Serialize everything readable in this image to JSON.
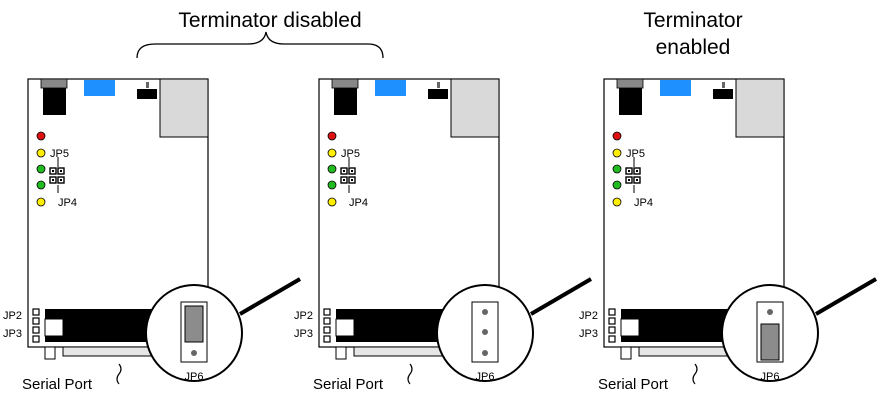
{
  "headings": {
    "disabled": "Terminator disabled",
    "enabled_line1": "Terminator",
    "enabled_line2": "enabled"
  },
  "labels": {
    "jp2": "JP2",
    "jp3": "JP3",
    "jp4": "JP4",
    "jp5": "JP5",
    "jp6": "JP6",
    "serial_port": "Serial Port"
  },
  "boards": [
    {
      "id": "board-1",
      "jp6_jumper": "top-two-pins",
      "terminator": "disabled"
    },
    {
      "id": "board-2",
      "jp6_jumper": "none",
      "terminator": "disabled"
    },
    {
      "id": "board-3",
      "jp6_jumper": "bottom-two-pins",
      "terminator": "enabled"
    }
  ],
  "colors": {
    "led_red": "#dd1111",
    "led_yellow": "#ffee00",
    "led_green": "#22bb22",
    "blue_connector": "#1e90ff",
    "jumper_gray": "#8c8c8c",
    "housing_gray": "#d9d9d9",
    "connector_black": "#000000"
  }
}
